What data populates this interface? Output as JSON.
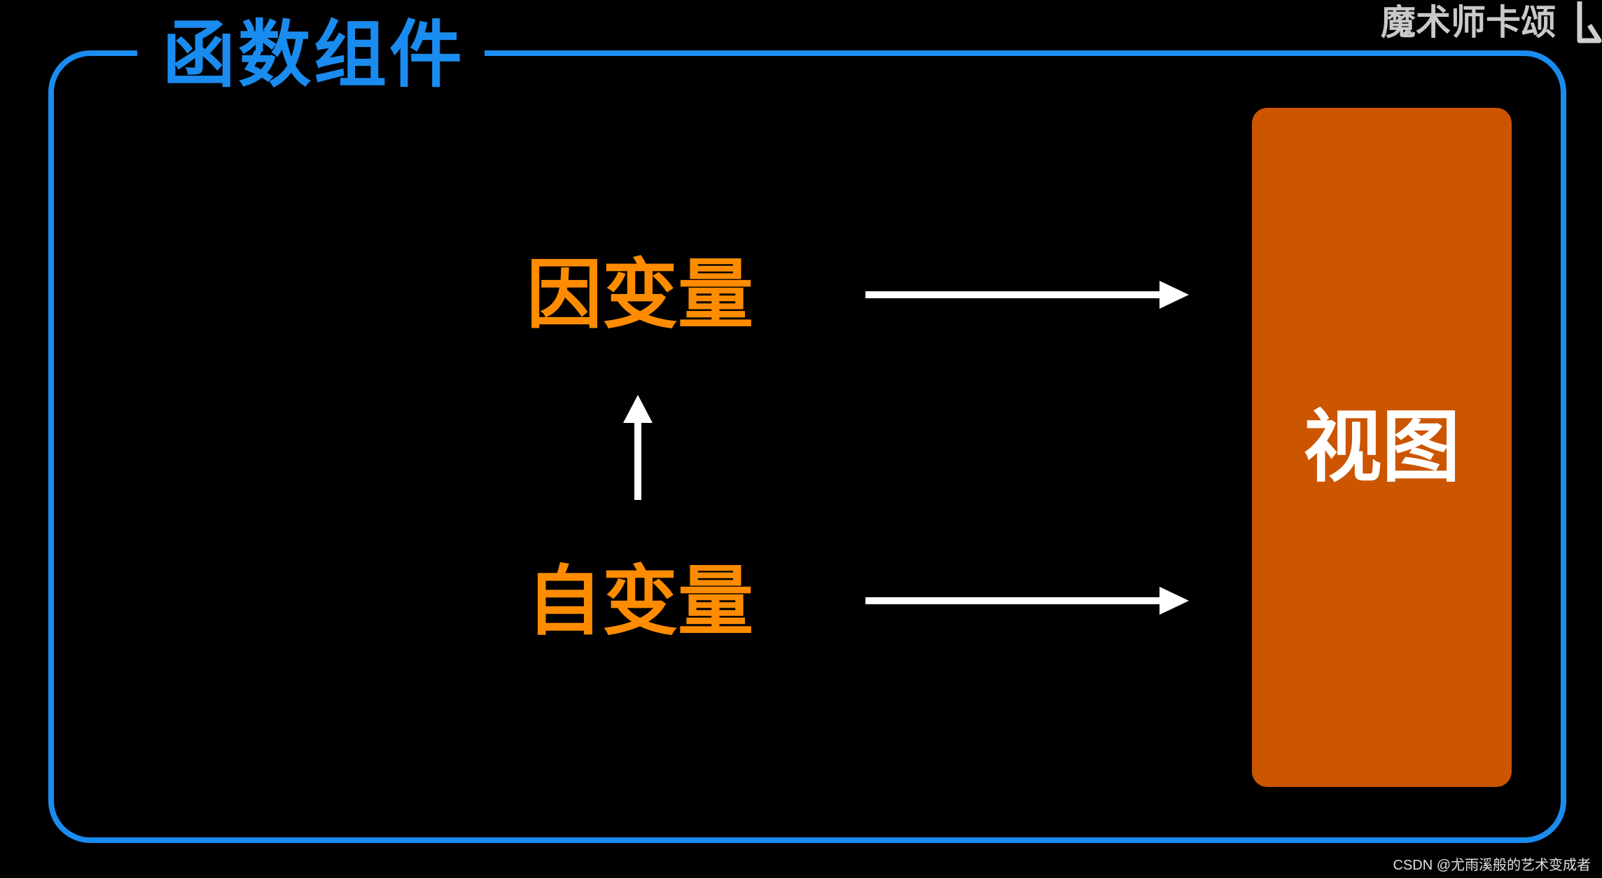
{
  "frame": {
    "title": "函数组件",
    "accent_color": "#1a8cf0"
  },
  "nodes": {
    "dependent_variable": "因变量",
    "independent_variable": "自变量",
    "view": "视图"
  },
  "colors": {
    "variable_text": "#ff8c00",
    "view_box": "#cc5500",
    "arrow": "#ffffff"
  },
  "watermarks": {
    "top_right": "魔术师卡颂",
    "bottom_right": "CSDN @尤雨溪般的艺术变成者"
  }
}
